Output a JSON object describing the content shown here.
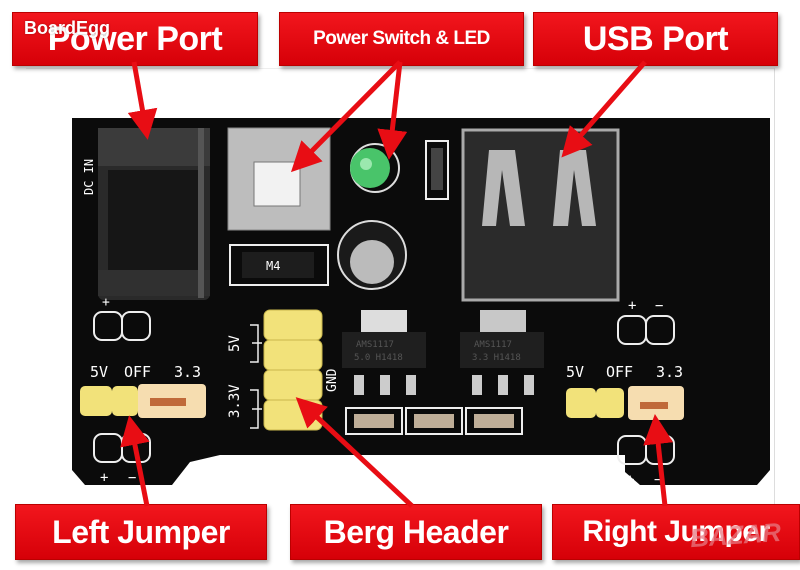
{
  "watermark_brand": "BoardEgg",
  "watermark_site": "BAZAR",
  "labels": {
    "power_port": "Power Port",
    "power_switch_led": "Power Switch & LED",
    "usb_port": "USB Port",
    "left_jumper": "Left Jumper",
    "berg_header": "Berg Header",
    "right_jumper": "Right Jumper"
  },
  "board": {
    "dc_in_text": "DC IN",
    "left_jumper_marks": [
      "5V",
      "OFF",
      "3.3"
    ],
    "right_jumper_marks": [
      "5V",
      "OFF",
      "3.3"
    ],
    "header_marks": {
      "v5": "5V",
      "v33": "3.3V",
      "gnd": "GND"
    },
    "regulator_5v": {
      "line1": "AMS1117",
      "line2": "5.0 H1418"
    },
    "regulator_33v": {
      "line1": "AMS1117",
      "line2": "3.3 H1418"
    },
    "diode_text": "M4",
    "plus": "+",
    "minus": "−"
  },
  "colors": {
    "label_red": "#e30b13",
    "pcb_black": "#0b0b0b",
    "header_yellow": "#f2e27a",
    "led_green": "#49c46a",
    "silkscreen": "#ffffff"
  }
}
